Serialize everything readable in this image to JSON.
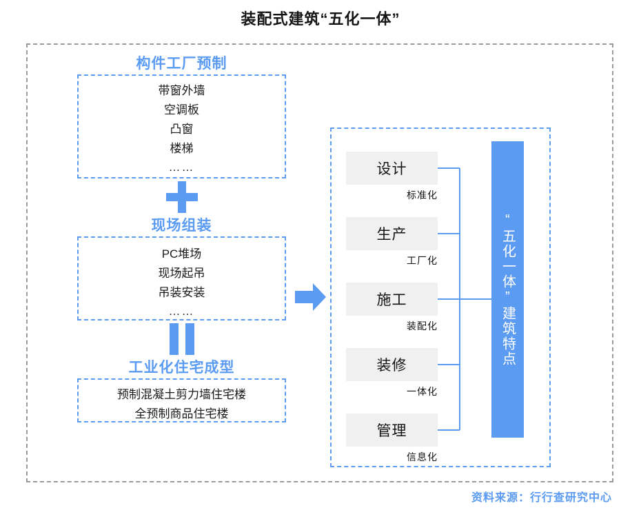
{
  "title": "装配式建筑“五化一体”",
  "left_column": {
    "sections": [
      {
        "heading": "构件工厂预制",
        "items": [
          "带窗外墙",
          "空调板",
          "凸窗",
          "楼梯"
        ],
        "ellipsis": "……"
      },
      {
        "heading": "现场组装",
        "items": [
          "PC堆场",
          "现场起吊",
          "吊装安装"
        ],
        "ellipsis": "……"
      },
      {
        "heading": "工业化住宅成型",
        "items": [
          "预制混凝土剪力墙住宅楼",
          "全预制商品住宅楼"
        ],
        "ellipsis": ""
      }
    ],
    "operators": {
      "plus": "+",
      "equals": "="
    }
  },
  "arrow": {
    "direction": "right",
    "color": "#5b9bf1"
  },
  "right_panel": {
    "stages": [
      {
        "name": "设计",
        "label": "标准化"
      },
      {
        "name": "生产",
        "label": "工厂化"
      },
      {
        "name": "施工",
        "label": "装配化"
      },
      {
        "name": "装修",
        "label": "一体化"
      },
      {
        "name": "管理",
        "label": "信息化"
      }
    ],
    "summary_box": "“五化一体”建筑特点"
  },
  "footer": "资料来源：行行查研究中心",
  "colors": {
    "accent_blue": "#5b9bf1",
    "box_gray": "#f0f0f0",
    "outer_dash_gray": "#9a9a9a",
    "text_dark": "#141414"
  }
}
